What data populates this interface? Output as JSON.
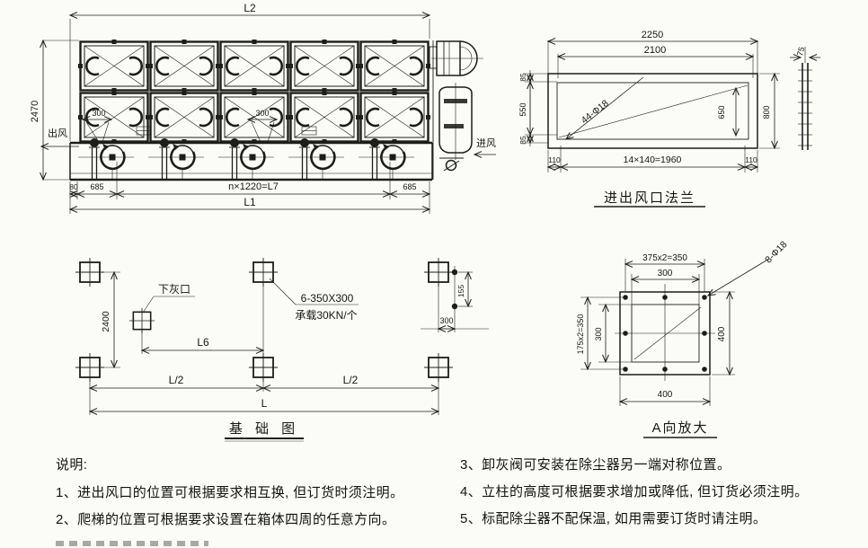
{
  "colors": {
    "ink": "#1d1d1b",
    "paper": "#fbfbf7"
  },
  "main_view": {
    "dim_l2": "L2",
    "dim_height": "2470",
    "outlet_label": "出风",
    "inlet_label": "进风",
    "hopper_dim_1": "300",
    "hopper_dim_2": "300",
    "dim_80": "80",
    "dim_685_left": "685",
    "dim_fan_pitch": "n×1220=L7",
    "dim_685_right": "685",
    "dim_l1": "L1"
  },
  "flange_view": {
    "title": "进出风口法兰",
    "dim_overall": "2250",
    "dim_bolt_span": "2100",
    "bolt_callout": "44-Φ18",
    "dim_85_top": "85",
    "dim_550": "550",
    "dim_85_bottom": "85",
    "dim_650": "650",
    "dim_800": "800",
    "dim_110_left": "110",
    "dim_hole_pitch": "14×140=1960",
    "dim_110_right": "110",
    "dim_flange_width": "75"
  },
  "foundation_plan": {
    "title": "基 础 图",
    "dim_2400": "2400",
    "drop_port_label": "下灰口",
    "pad_callout_line1": "6-350X300",
    "pad_callout_line2": "承载30KN/个",
    "dim_l6": "L6",
    "dim_half_l_left": "L/2",
    "dim_half_l_right": "L/2",
    "dim_l": "L",
    "dim_155": "155",
    "dim_300": "300"
  },
  "detail_a": {
    "title": "A向放大",
    "dim_bolt_span_h": "375x2=350",
    "dim_opening_h": "300",
    "dim_bolt_span_v": "175x2=350",
    "dim_opening_v": "300",
    "dim_overall_v": "400",
    "dim_overall_h": "400",
    "bolt_callout": "8-Φ18"
  },
  "notes": {
    "heading": "说明:",
    "left": [
      "1、进出风口的位置可根据要求相互换, 但订货时须注明。",
      "2、爬梯的位置可根据要求设置在箱体四周的任意方向。"
    ],
    "right": [
      "3、卸灰阀可安装在除尘器另一端对称位置。",
      "4、立柱的高度可根据要求增加或降低, 但订货必须注明。",
      "5、标配除尘器不配保温, 如用需要订货时请注明。"
    ]
  }
}
